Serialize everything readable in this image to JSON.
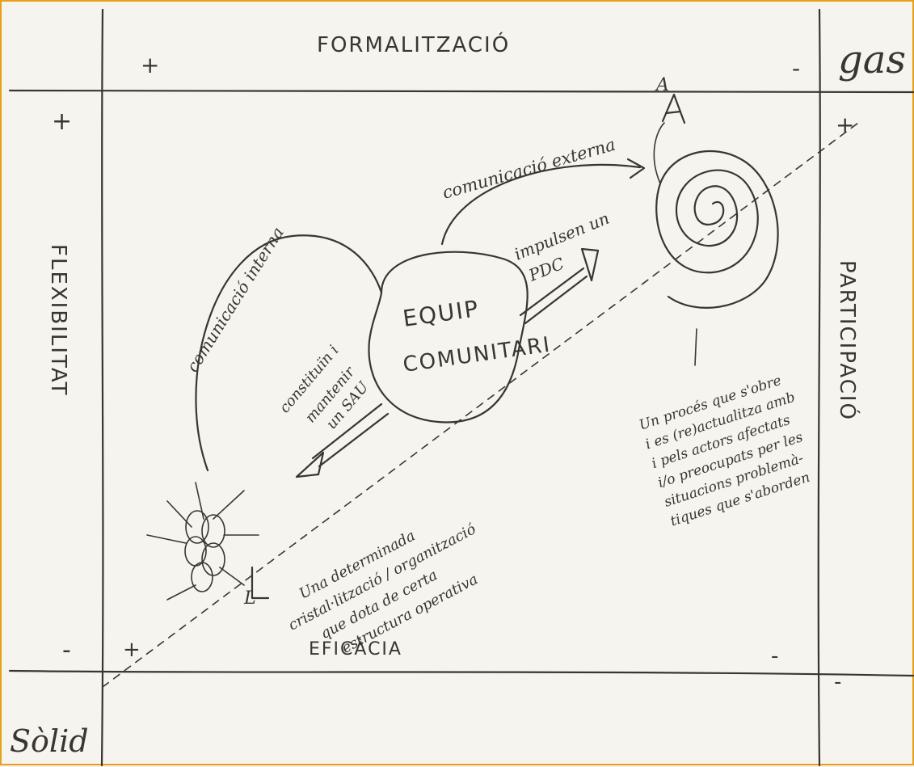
{
  "diagram": {
    "top_axis": {
      "label": "FORMALITZACIÓ",
      "left_sign": "+",
      "right_sign": "-"
    },
    "bottom_axis": {
      "label": "EFICÀCIA",
      "left_sign": "+",
      "right_sign": "-"
    },
    "left_axis": {
      "label": "FLEXIBILITAT",
      "top_sign": "+",
      "bottom_sign": "-"
    },
    "right_axis": {
      "label": "PARTICIPACIÓ",
      "top_sign": "+",
      "bottom_sign": "-"
    },
    "corner_top_right": "gas",
    "corner_bottom_left": "Sòlid",
    "center": {
      "line1": "EQUIP",
      "line2": "COMUNITARI"
    },
    "arrows": {
      "internal": "comunicació interna",
      "external": "comunicació externa",
      "impulse": [
        "impulsen un",
        "PDC"
      ],
      "constitution": [
        "constituïn i",
        "mantenir",
        "un SAU"
      ]
    },
    "point_A": "A",
    "point_L": "L",
    "note_A": [
      "Un procés que s'obre",
      "i es (re)actualitza amb",
      "i pels actors afectats",
      "i/o preocupats per les",
      "situacions problemà-",
      "tiques que s'aborden"
    ],
    "note_L": [
      "Una determinada",
      "cristal·lització / organització",
      "que dota de certa",
      "estructura operativa"
    ]
  }
}
